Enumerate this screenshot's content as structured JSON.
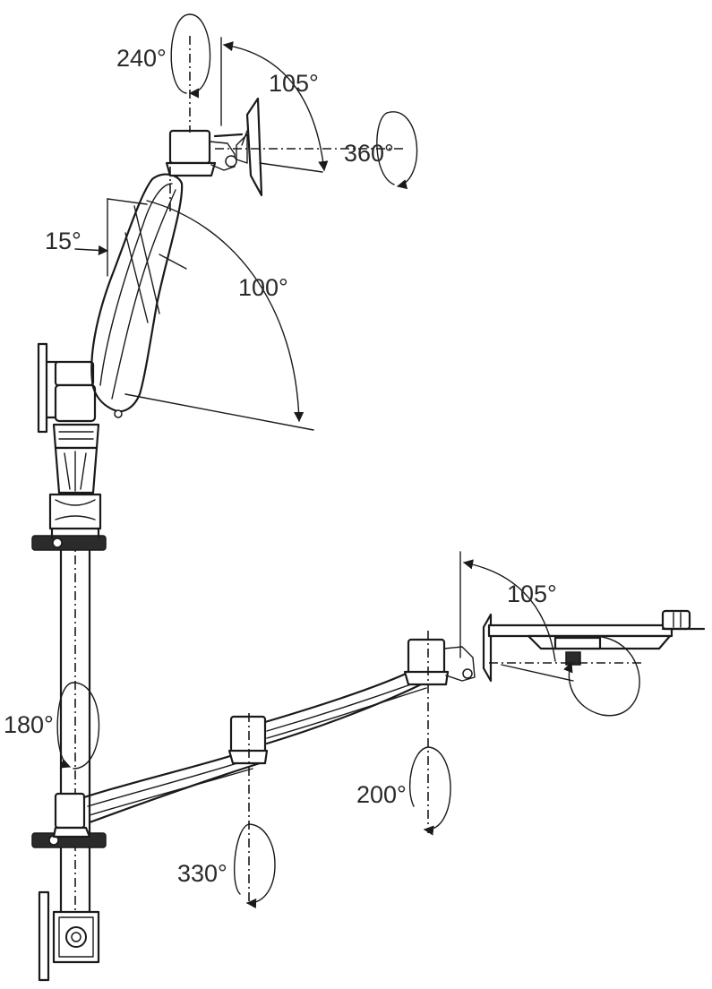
{
  "labels": {
    "rot_240": "240°",
    "tilt_105_top": "105°",
    "rot_360": "360°",
    "tilt_15": "15°",
    "arm_100": "100°",
    "tilt_105_bottom": "105°",
    "rot_180": "180°",
    "rot_200": "200°",
    "rot_330": "330°"
  }
}
